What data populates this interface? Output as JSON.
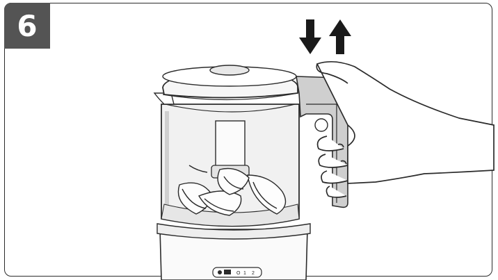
{
  "step": {
    "number": "6"
  },
  "dial": {
    "off": "O",
    "speed1": "1",
    "speed2": "2"
  },
  "icons": [
    "down-arrow-icon",
    "up-arrow-icon",
    "power-dial-icon"
  ],
  "colors": {
    "badge": "#545454",
    "outline": "#2b2b2b",
    "jar_tint": "#f1f1f1"
  }
}
